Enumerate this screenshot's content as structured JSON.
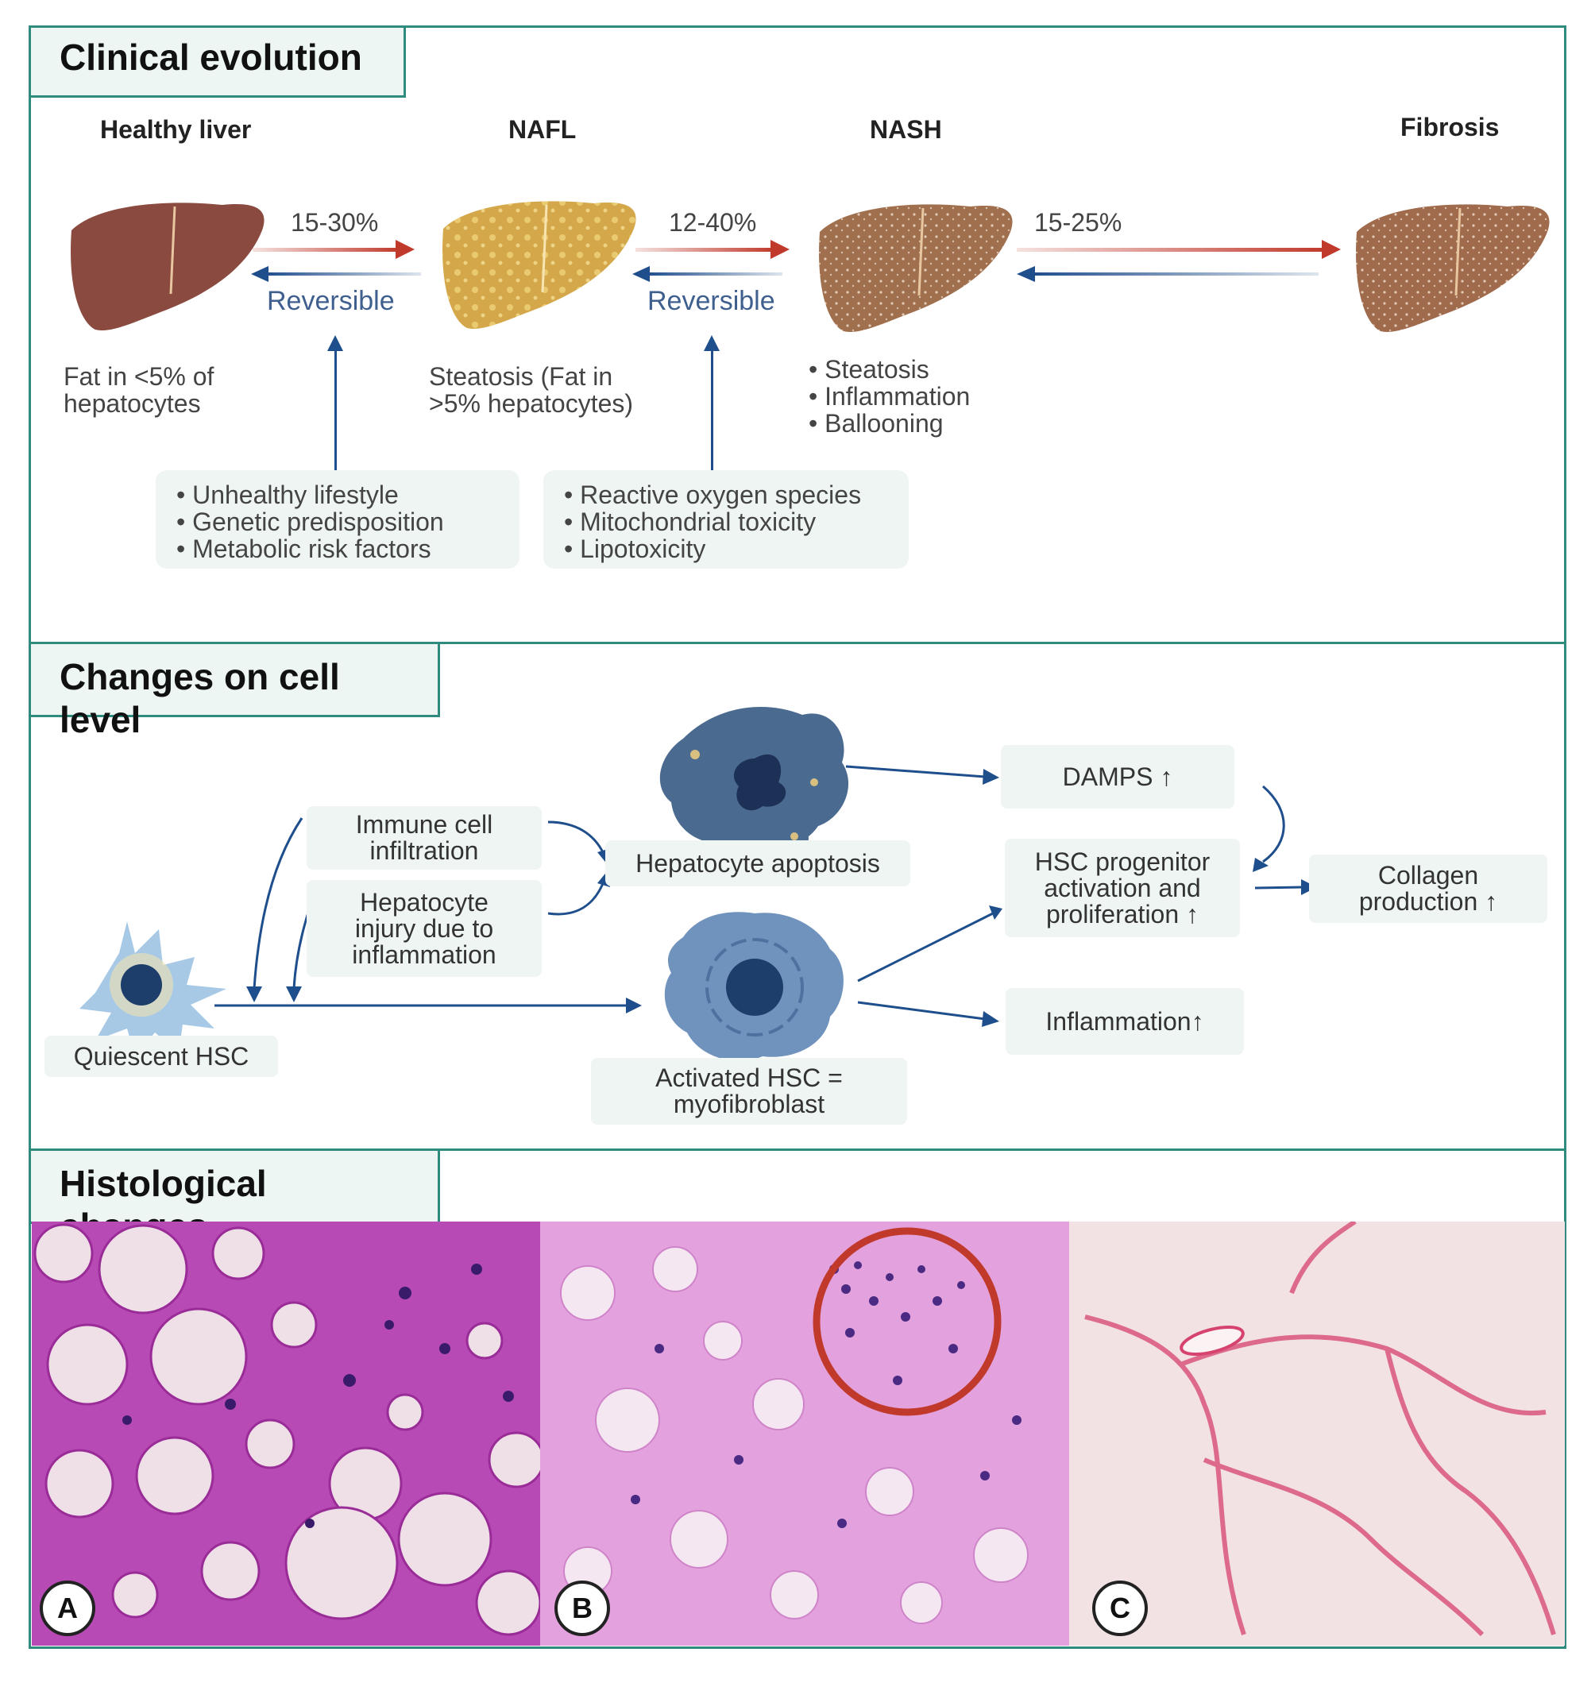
{
  "sections": {
    "clinical": "Clinical evolution",
    "cell": "Changes on cell level",
    "histo": "Histological changes"
  },
  "stages": [
    "Healthy liver",
    "NAFL",
    "NASH",
    "Fibrosis"
  ],
  "transitions": {
    "t1_pct": "15-30%",
    "t2_pct": "12-40%",
    "t3_pct": "15-25%",
    "reversible": "Reversible"
  },
  "liver_colors": [
    "#8b4a3f",
    "#d4a84a",
    "#a0704e",
    "#a06a4c"
  ],
  "descriptions": {
    "healthy": [
      "Fat in <5% of",
      "hepatocytes"
    ],
    "nafl": [
      "Steatosis (Fat in",
      ">5% hepatocytes)"
    ],
    "nash": [
      "• Steatosis",
      "• Inflammation",
      "• Ballooning"
    ]
  },
  "factors": {
    "first": [
      "• Unhealthy lifestyle",
      "• Genetic predisposition",
      "• Metabolic risk factors"
    ],
    "second": [
      "• Reactive oxygen species",
      "• Mitochondrial toxicity",
      "• Lipotoxicity"
    ]
  },
  "cell_boxes": {
    "immune": [
      "Immune cell",
      "infiltration"
    ],
    "injury": [
      "Hepatocyte",
      "injury due to",
      "inflammation"
    ],
    "apoptosis": "Hepatocyte apoptosis",
    "damps": "DAMPS ↑",
    "progenitor": [
      "HSC progenitor",
      "activation and",
      "proliferation ↑"
    ],
    "collagen": [
      "Collagen",
      "production ↑"
    ],
    "inflammation": "Inflammation↑",
    "quiescent": "Quiescent HSC",
    "activated": [
      "Activated HSC =",
      "myofibroblast"
    ]
  },
  "histo_labels": [
    "A",
    "B",
    "C"
  ],
  "colors": {
    "accent": "#2e8b7e",
    "arrow_red": "#c0392b",
    "arrow_blue": "#1f4e8c"
  }
}
